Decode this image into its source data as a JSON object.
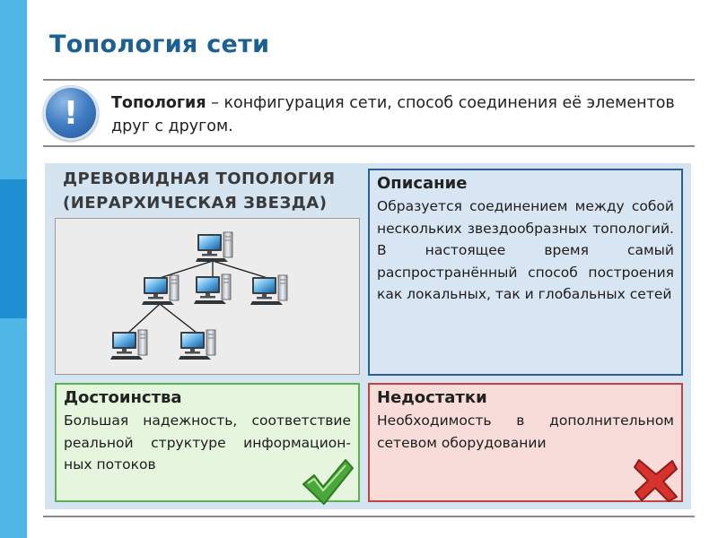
{
  "slide": {
    "title": "Топология сети",
    "definition": {
      "term": "Топология",
      "rest": " – конфигурация сети, способ соединения её элементов друг с другом.",
      "badge_symbol": "!",
      "badge_icon": "exclamation-icon"
    },
    "tree": {
      "heading_line1": "ДРЕВОВИДНАЯ ТОПОЛОГИЯ",
      "heading_line2": "(ИЕРАРХИЧЕСКАЯ ЗВЕЗДА)",
      "computer_icon": "computer-icon"
    },
    "description": {
      "title": "Описание",
      "text": "Образуется соединением между собой нескольких звездообразных топологий. В настоящее время самый распространённый способ построения как локальных, так и глобальных сетей"
    },
    "advantages": {
      "title": "Достоинства",
      "text": "Большая надежность, соответствие реальной структуре информацион-ных потоков",
      "icon": "check-icon"
    },
    "disadvantages": {
      "title": "Недостатки",
      "text": "Необходимость в дополнительном сетевом оборудовании",
      "icon": "cross-icon"
    },
    "colors": {
      "title": "#1b5f93",
      "accent_bar": "#1e8fd0",
      "accent_bar_light": "#4fb6e6",
      "description_border": "#2d5e96",
      "advantages_border": "#5db04b",
      "disadvantages_border": "#c6423e"
    }
  }
}
